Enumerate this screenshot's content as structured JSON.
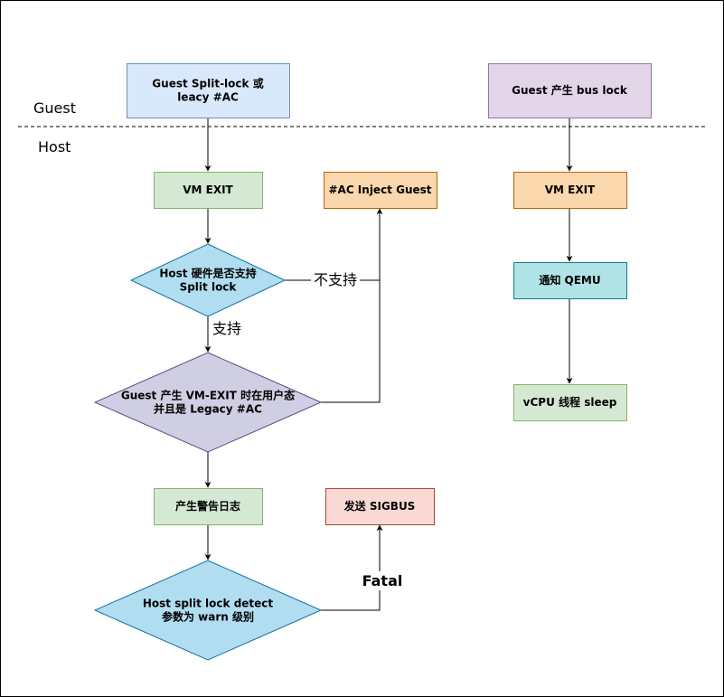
{
  "zones": {
    "guest": "Guest",
    "host": "Host"
  },
  "nodes": {
    "guest_split_lock": {
      "lines": [
        "Guest Split-lock 或",
        "leacy #AC"
      ],
      "fill": "#dae8fc",
      "stroke": "#6c8ebf"
    },
    "guest_bus_lock": {
      "lines": [
        "Guest 产生 bus lock"
      ],
      "fill": "#e1d5e7",
      "stroke": "#9673a6"
    },
    "vm_exit_left": {
      "lines": [
        "VM EXIT"
      ],
      "fill": "#d5e8d4",
      "stroke": "#82b366"
    },
    "ac_inject": {
      "lines": [
        "#AC Inject Guest"
      ],
      "fill": "#fad7ac",
      "stroke": "#b46504"
    },
    "vm_exit_right": {
      "lines": [
        "VM EXIT"
      ],
      "fill": "#fad7ac",
      "stroke": "#b46504"
    },
    "host_hw_support": {
      "lines": [
        "Host 硬件是否支持",
        "Split lock"
      ],
      "fill": "#b1ddf0",
      "stroke": "#10739e"
    },
    "notify_qemu": {
      "lines": [
        "通知 QEMU"
      ],
      "fill": "#b0e3e6",
      "stroke": "#0e8088"
    },
    "guest_vm_exit_user": {
      "lines": [
        "Guest 产生 VM-EXIT 时在用户态",
        "并且是 Legacy #AC"
      ],
      "fill": "#d0cee2",
      "stroke": "#56517e"
    },
    "vcpu_sleep": {
      "lines": [
        "vCPU 线程 sleep"
      ],
      "fill": "#d5e8d4",
      "stroke": "#82b366"
    },
    "warn_log": {
      "lines": [
        "产生警告日志"
      ],
      "fill": "#d5e8d4",
      "stroke": "#82b366"
    },
    "send_sigbus": {
      "lines": [
        "发送 SIGBUS"
      ],
      "fill": "#fad9d5",
      "stroke": "#ae4132"
    },
    "detect_param": {
      "lines": [
        "Host split lock detect",
        "参数为 warn 级别"
      ],
      "fill": "#b1ddf0",
      "stroke": "#10739e"
    }
  },
  "edge_labels": {
    "not_supported": "不支持",
    "supported": "支持",
    "fatal": "Fatal"
  }
}
